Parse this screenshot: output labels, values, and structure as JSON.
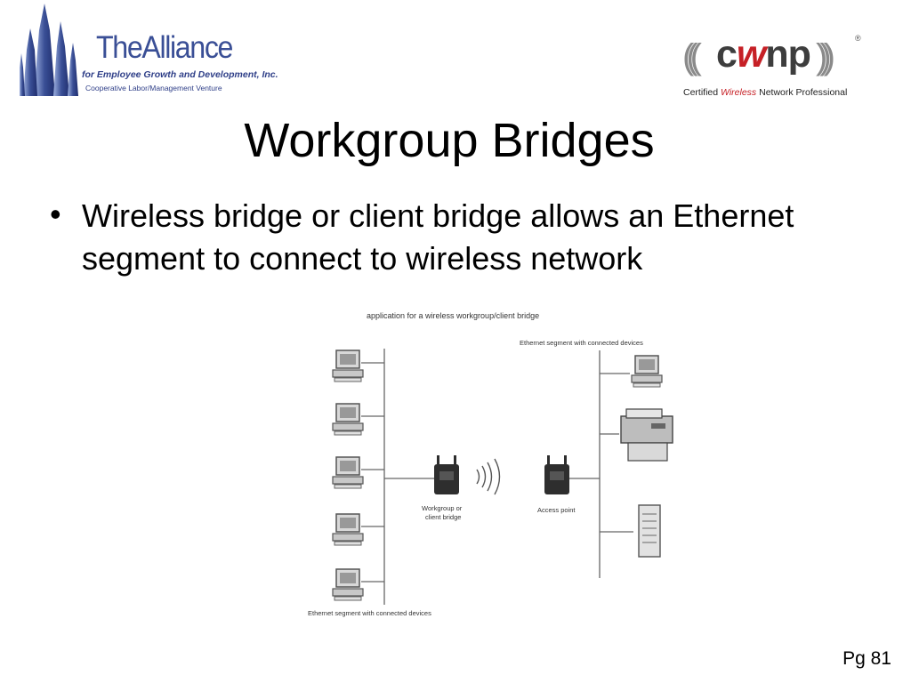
{
  "logos": {
    "left": {
      "name": "TheAlliance",
      "line1": "for Employee Growth and Development, Inc.",
      "line2": "Cooperative Labor/Management Venture"
    },
    "right": {
      "brand_prefix": "c",
      "brand_w": "w",
      "brand_suffix": "np",
      "tagline_prefix": "Certified ",
      "tagline_wireless": "Wireless",
      "tagline_suffix": " Network Professional"
    }
  },
  "slide": {
    "title": "Workgroup Bridges",
    "bullet_char": "•",
    "bullet": "Wireless bridge or client bridge allows an Ethernet segment to connect to wireless network",
    "page_number": "Pg 81"
  },
  "diagram": {
    "caption": "application for a wireless workgroup/client bridge",
    "right_segment_label": "Ethernet segment with connected devices",
    "left_segment_label": "Ethernet segment with connected devices",
    "bridge_label_line1": "Workgroup or",
    "bridge_label_line2": "client bridge",
    "ap_label": "Access point"
  },
  "colors": {
    "alliance_blue": "#3a4f96",
    "cwnp_red": "#c62026",
    "cwnp_gray": "#3d3d3d"
  }
}
